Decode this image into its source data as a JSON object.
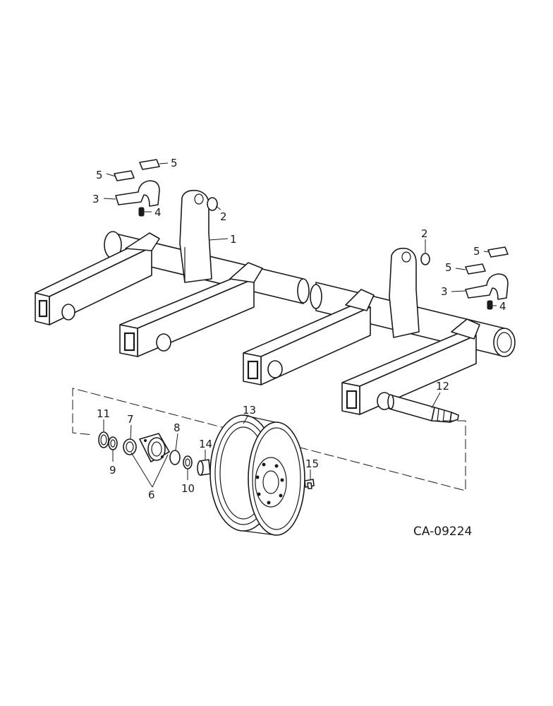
{
  "drawing": {
    "code": "CA-09224",
    "callouts": {
      "c1": "1",
      "c2a": "2",
      "c2b": "2",
      "c3a": "3",
      "c3b": "3",
      "c4a": "4",
      "c4b": "4",
      "c5a": "5",
      "c5b": "5",
      "c5c": "5",
      "c5d": "5",
      "c6": "6",
      "c7": "7",
      "c8": "8",
      "c9": "9",
      "c10": "10",
      "c11": "11",
      "c12": "12",
      "c13": "13",
      "c14": "14",
      "c15": "15"
    }
  }
}
